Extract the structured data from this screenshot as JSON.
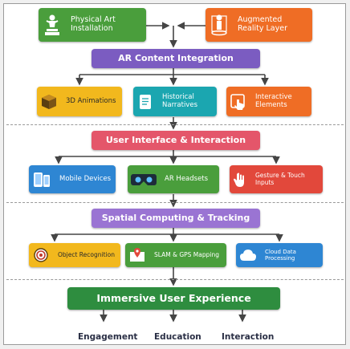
{
  "top": {
    "physical": "Physical Art\nInstallation",
    "augmented": "Augmented\nReality Layer"
  },
  "ar_content": {
    "title": "AR Content Integration",
    "items": [
      "3D Animations",
      "Historical\nNarratives",
      "Interactive\nElements"
    ]
  },
  "ui": {
    "title": "User Interface & Interaction",
    "items": [
      "Mobile Devices",
      "AR Headsets",
      "Gesture & Touch Inputs"
    ]
  },
  "spatial": {
    "title": "Spatial Computing & Tracking",
    "items": [
      "Object Recognition",
      "SLAM & GPS Mapping",
      "Cloud Data Processing"
    ]
  },
  "experience": {
    "title": "Immersive User Experience",
    "outcomes": [
      "Engagement",
      "Education",
      "Interaction"
    ]
  },
  "colors": {
    "green": "#4a9e3c",
    "orange": "#ef6d25",
    "purple": "#7b5cc1",
    "yellow": "#f2b81d",
    "teal": "#1ba6b0",
    "pink": "#e4566a",
    "blue": "#2e86d3",
    "dark_green": "#2e8d3f",
    "lavender": "#9a74d3",
    "red": "#e2483b"
  }
}
